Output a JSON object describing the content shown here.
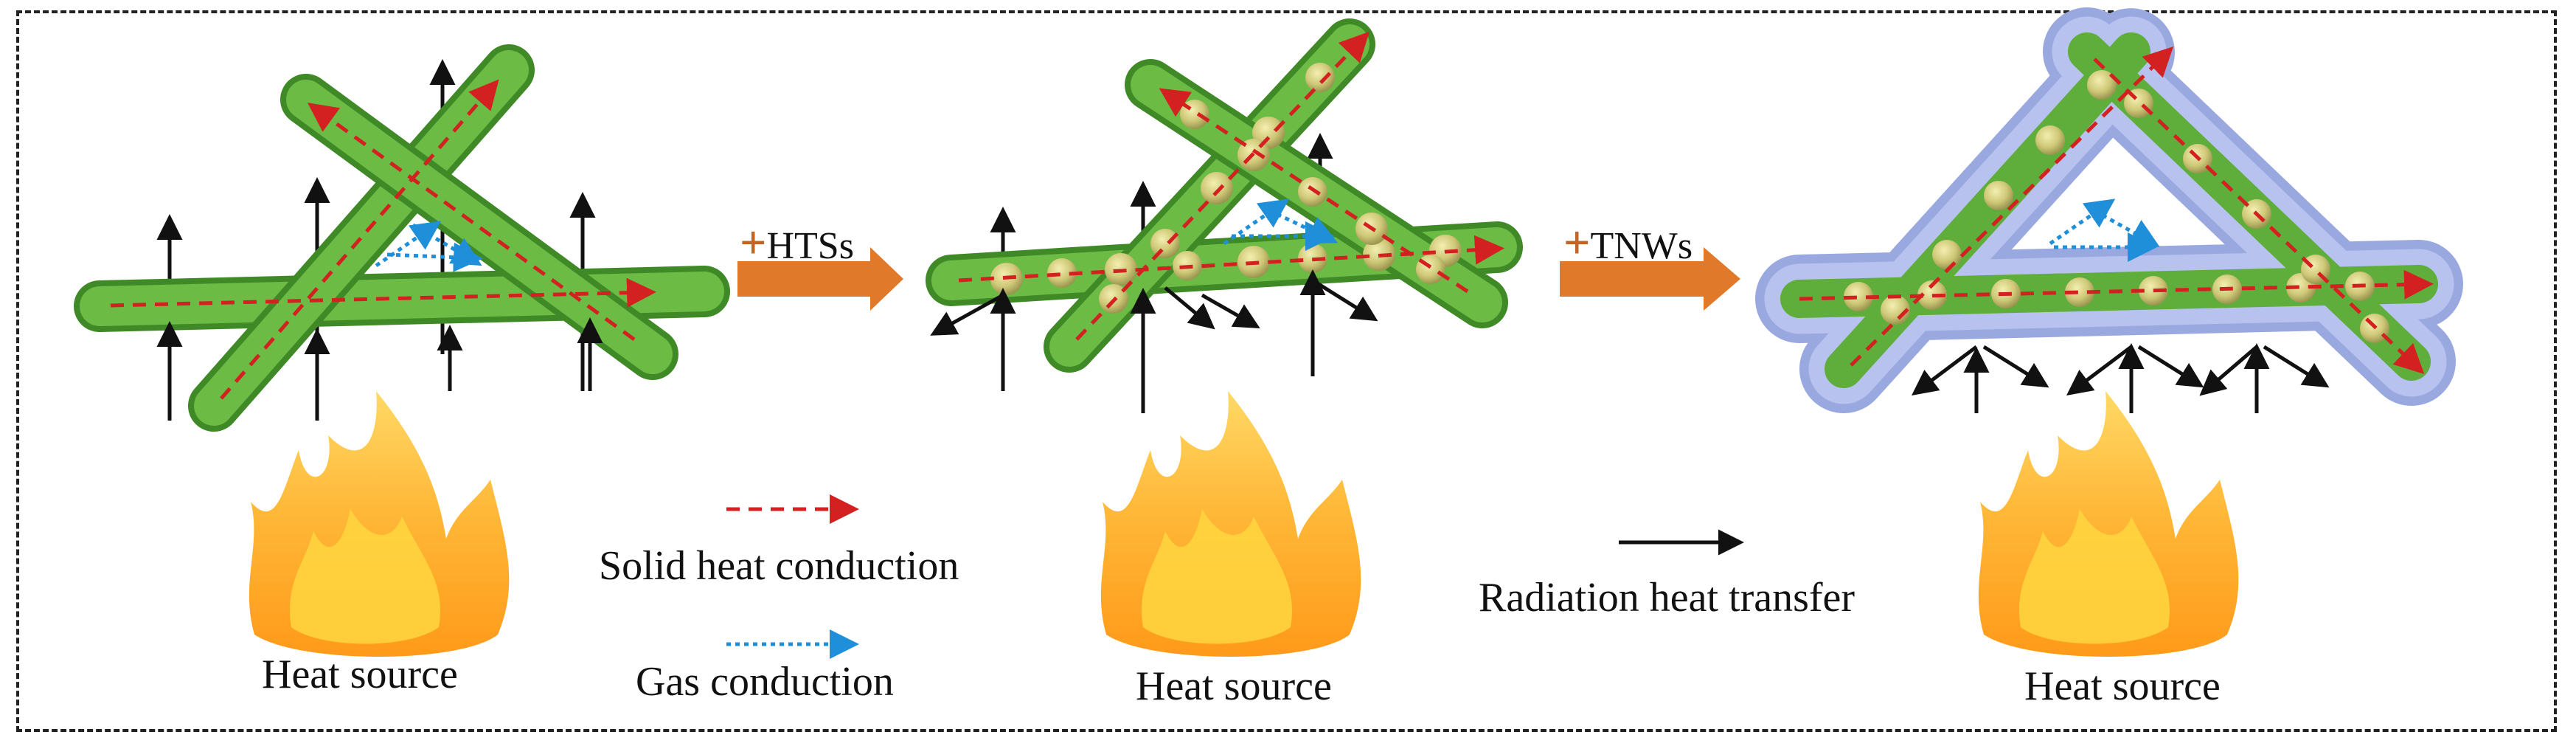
{
  "heat_source_label": "Heat source",
  "steps": [
    {
      "plus": "+",
      "label": "HTSs"
    },
    {
      "plus": "+",
      "label": "TNWs"
    }
  ],
  "legend": {
    "solid": "Solid heat conduction",
    "gas": "Gas conduction",
    "radiation": "Radiation heat transfer"
  },
  "colors": {
    "fiber": "#5fae3c",
    "fiber_dark": "#3f8a26",
    "solid_arrow": "#d32020",
    "gas_arrow": "#1e8fd8",
    "radiation_arrow": "#111111",
    "step_arrow": "#e07a2a",
    "sphere": "#c9c77a",
    "nanowire": "#9aa8e0",
    "flame_outer": "#f08a10",
    "flame_inner": "#ffd640"
  },
  "icons": [
    "fiber-network-icon",
    "flame-icon",
    "sphere-icon",
    "nanowire-icon"
  ]
}
